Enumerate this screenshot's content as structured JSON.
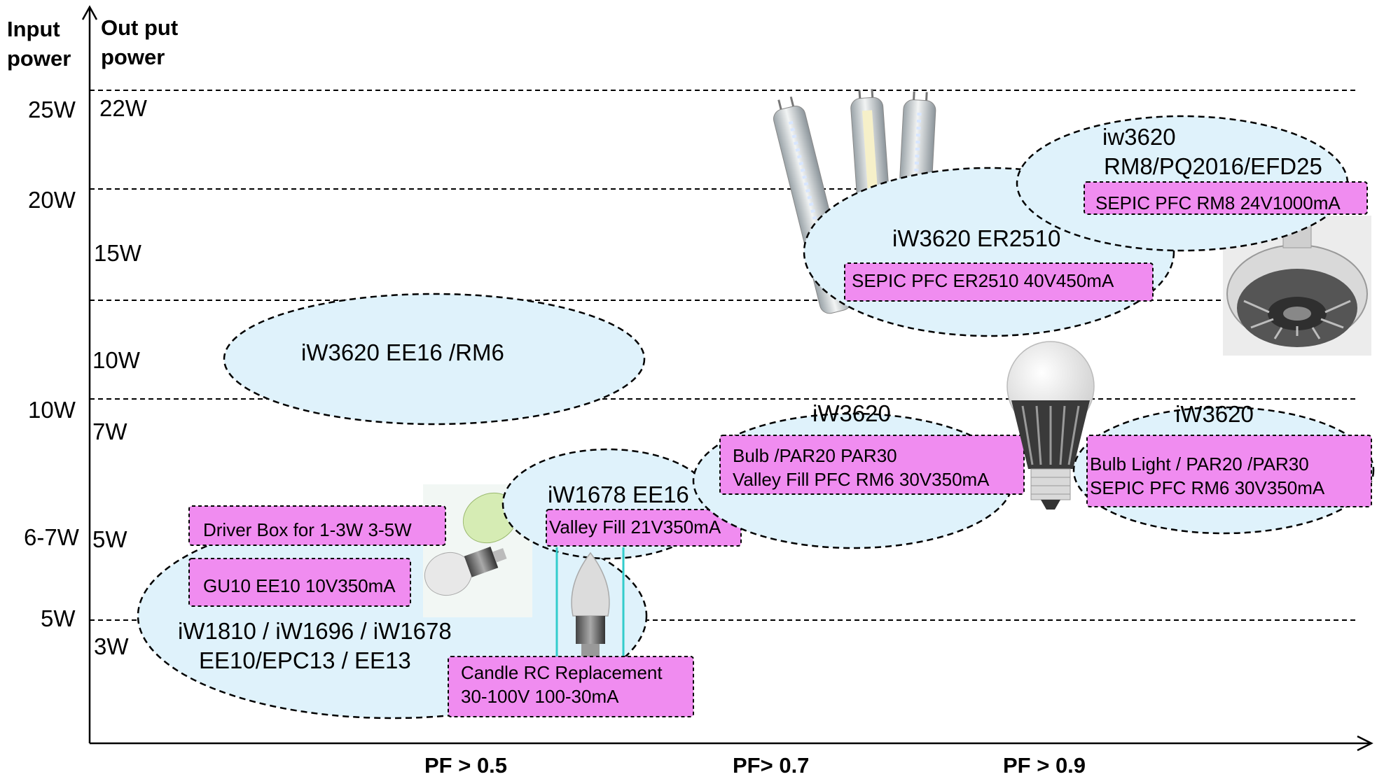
{
  "axes": {
    "input_title_line1": "Input",
    "input_title_line2": "power",
    "output_title_line1": "Out put",
    "output_title_line2": "power",
    "input_ticks": [
      "25W",
      "20W",
      "10W",
      "6-7W",
      "5W"
    ],
    "output_ticks": [
      "22W",
      "15W",
      "10W",
      "7W",
      "5W",
      "3W"
    ],
    "pf_labels": [
      "PF > 0.5",
      "PF> 0.7",
      "PF > 0.9"
    ]
  },
  "regions": {
    "low_power": {
      "title_line1": "iW1810 / iW1696 / iW1678",
      "title_line2": "EE10/EPC13  / EE13",
      "driver_box": "Driver Box for 1-3W  3-5W",
      "gu10": "GU10  EE10 10V350mA",
      "candle_line1": "Candle RC Replacement",
      "candle_line2": "30-100V 100-30mA"
    },
    "mid_10w": {
      "title": "iW3620  EE16 /RM6"
    },
    "iw1678": {
      "title": "iW1678  EE16",
      "box": "Valley Fill  21V350mA"
    },
    "iw3620_bulb": {
      "title": "iW3620",
      "box_line1": "Bulb /PAR20 PAR30",
      "box_line2": "Valley Fill PFC RM6  30V350mA"
    },
    "iw3620_bulb_light": {
      "title": "iW3620",
      "box_line1": "Bulb Light / PAR20 /PAR30",
      "box_line2": "SEPIC PFC RM6 30V350mA"
    },
    "iw3620_er2510": {
      "title": "iW3620  ER2510",
      "box": "SEPIC PFC ER2510 40V450mA"
    },
    "iw3620_rm8": {
      "title_line1": "iw3620",
      "title_line2": "RM8/PQ2016/EFD25",
      "box": "SEPIC PFC RM8 24V1000mA"
    }
  },
  "colors": {
    "ellipse_fill": "#dff2fb",
    "box_fill": "#f08cf0",
    "candle_lines": "#33cccc"
  },
  "icons": [
    "led-tube-icon",
    "led-spot-bulbs-icon",
    "candle-bulb-icon",
    "led-bulb-icon",
    "par-lamp-icon"
  ]
}
